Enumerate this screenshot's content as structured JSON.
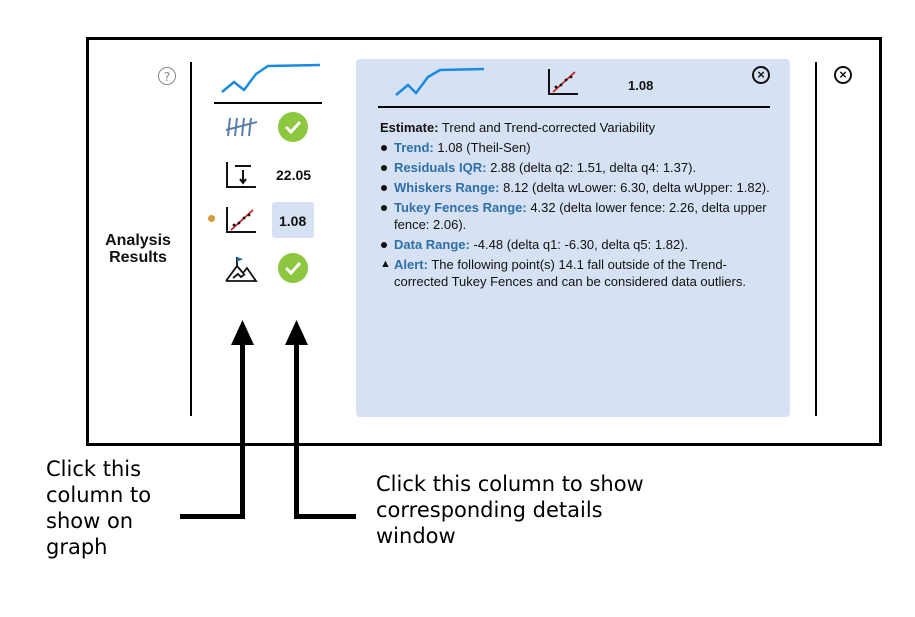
{
  "sidebar": {
    "help_glyph": "?",
    "results_label": "Analysis\nResults"
  },
  "metrics": {
    "range_value": "22.05",
    "trend_value": "1.08"
  },
  "details": {
    "header_value": "1.08",
    "estimate_label": "Estimate:",
    "estimate_text": " Trend and Trend-corrected Variability",
    "items": [
      {
        "term": "Trend:",
        "text": " 1.08 (Theil-Sen)"
      },
      {
        "term": "Residuals IQR:",
        "text": " 2.88 (delta q2: 1.51, delta q4: 1.37)."
      },
      {
        "term": "Whiskers Range:",
        "text": " 8.12 (delta wLower: 6.30, delta wUpper: 1.82)."
      },
      {
        "term": "Tukey Fences Range:",
        "text": " 4.32 (delta lower fence: 2.26, delta upper fence: 2.06)."
      },
      {
        "term": "Data Range:",
        "text": " -4.48 (delta q1: -6.30, delta q5: 1.82)."
      }
    ],
    "alert_term": "Alert:",
    "alert_text": " The following point(s) 14.1 fall outside of the Trend-corrected Tukey Fences and can be considered data outliers."
  },
  "close_glyph": "×",
  "annotations": {
    "left_note": "Click this column to show on graph",
    "right_note": "Click this column to show corresponding details window"
  },
  "colors": {
    "panel_bg": "#d6e2f3",
    "check_green": "#8dc63f",
    "link_blue": "#2e6fa8",
    "trend_line_blue": "#1a8be0",
    "marker_orange": "#d49a3a"
  }
}
